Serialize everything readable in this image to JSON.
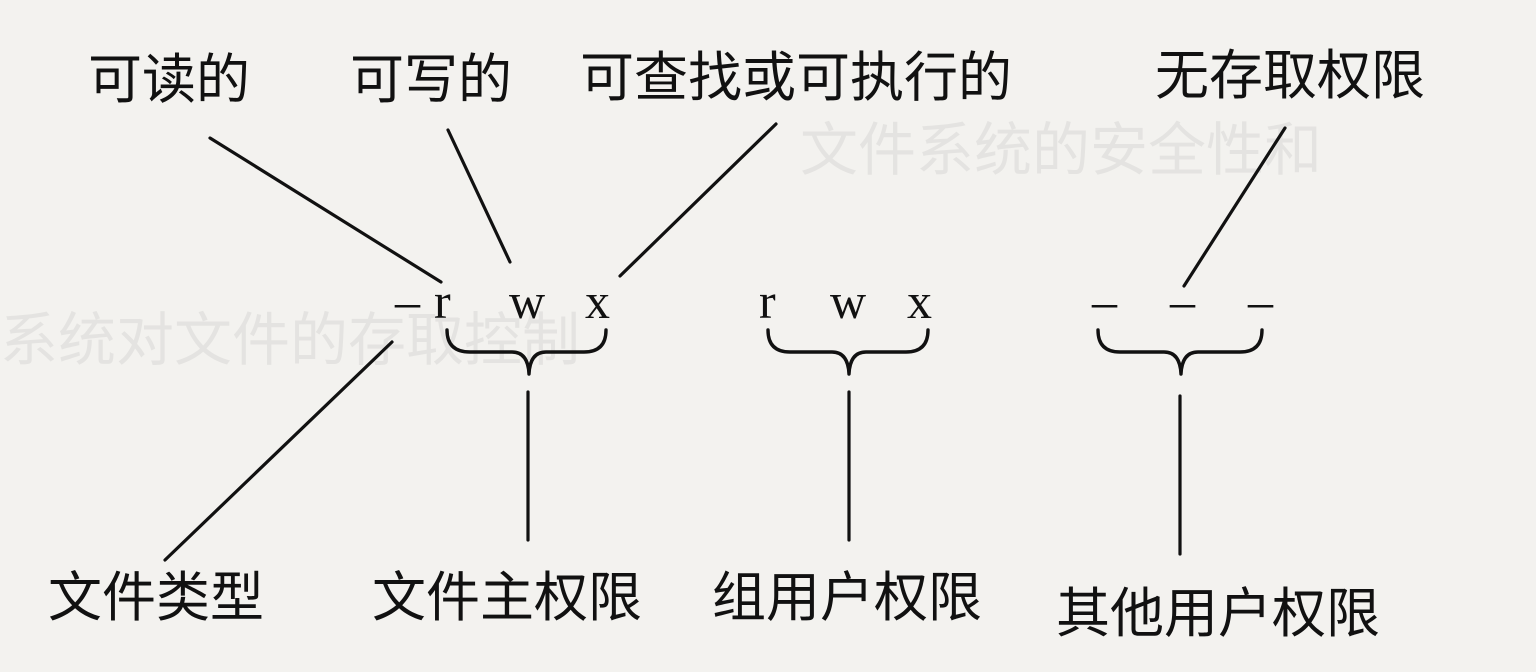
{
  "top_labels": {
    "readable": "可读的",
    "writable": "可写的",
    "executable": "可查找或可执行的",
    "no_access": "无存取权限"
  },
  "permission_string": {
    "file_type": "–",
    "owner": [
      "r",
      "w",
      "x"
    ],
    "group": [
      "r",
      "w",
      "x"
    ],
    "others": [
      "–",
      "–",
      "–"
    ]
  },
  "bottom_labels": {
    "file_type": "文件类型",
    "owner": "文件主权限",
    "group": "组用户权限",
    "others": "其他用户权限"
  },
  "colors": {
    "ink": "#111111",
    "paper": "#f3f2ef"
  }
}
